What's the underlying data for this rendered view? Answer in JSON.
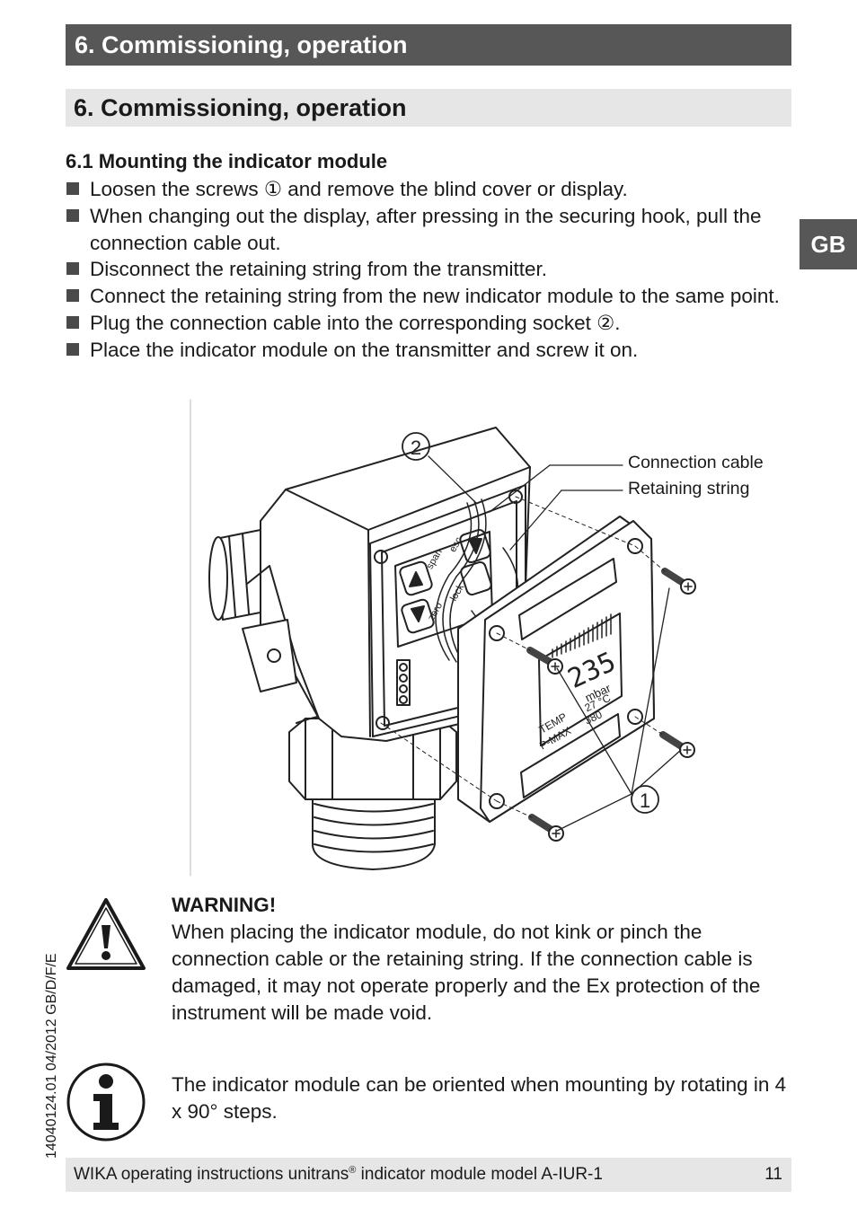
{
  "header": {
    "chapter_title": "6. Commissioning, operation",
    "section_title": "6. Commissioning, operation"
  },
  "side_tab": {
    "label": "GB"
  },
  "section": {
    "heading": "6.1 Mounting the indicator module",
    "bullets": [
      "Loosen the screws ① and remove the blind cover or display.",
      "When changing out the display, after pressing in the securing hook, pull the connection cable out.",
      "Disconnect the retaining string from the transmitter.",
      "Connect the retaining string from the new indicator module to the same point.",
      "Plug the connection cable into the corresponding socket ②.",
      "Place the indicator module on the transmitter and screw it on."
    ]
  },
  "figure": {
    "callout_2": "②",
    "callout_1": "①",
    "label_connection_cable": "Connection cable",
    "label_retaining_string": "Retaining string",
    "button_span": "span",
    "button_esc": "esc",
    "button_zero": "zero",
    "button_lock": "lock",
    "display_value": "235",
    "display_unit": "mbar",
    "display_temp": "27 °C",
    "display_pmax": "380",
    "label_temp": "TEMP",
    "label_pmax": "P-MAX",
    "icons": [
      "warning-triangle-icon",
      "info-icon"
    ]
  },
  "warning": {
    "title": "WARNING!",
    "text": "When placing the indicator module, do not kink or pinch the connection cable or the retaining string. If the connection cable is damaged, it may not operate properly and the Ex protection of the instrument will be made void."
  },
  "info": {
    "text": "The indicator module can be oriented when mounting by rotating in 4 x 90° steps."
  },
  "footer": {
    "text_before": "WIKA operating instructions unitrans",
    "registered": "®",
    "text_after": " indicator module model A-IUR-1",
    "page_number": "11"
  },
  "doc_code": "14040124.01 04/2012 GB/D/F/E"
}
